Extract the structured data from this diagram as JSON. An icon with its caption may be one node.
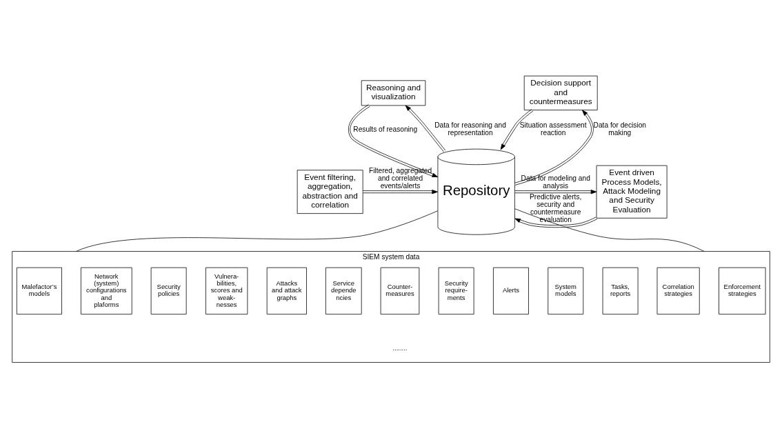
{
  "diagram": {
    "nodes": [
      {
        "text": [
          "Reasoning and visualization"
        ]
      },
      {
        "text": [
          "Decision support and countermeasures"
        ]
      },
      {
        "text": [
          "Event filtering, aggregation, abstraction and correlation"
        ]
      },
      {
        "text": [
          "Repository"
        ]
      },
      {
        "text": [
          "Event driven Process Models, Attack Modeling and Security Evaluation"
        ]
      },
      {
        "text": [
          "SIEM system data"
        ]
      },
      {
        "text": [
          "Malefactor’s models"
        ],
        "in": 5
      },
      {
        "text": [
          "Network (system) configurations and plaforms"
        ],
        "in": 5
      },
      {
        "text": [
          "Security policies"
        ],
        "in": 5
      },
      {
        "text": [
          "Vulnera- bilities, scores and weak- nesses"
        ],
        "in": 5
      },
      {
        "text": [
          "Attacks and attack graphs"
        ],
        "in": 5
      },
      {
        "text": [
          "Service depende ncies"
        ],
        "in": 5
      },
      {
        "text": [
          "Counter- measures"
        ],
        "in": 5
      },
      {
        "text": [
          "Security require- ments"
        ],
        "in": 5
      },
      {
        "text": [
          "Alerts"
        ],
        "in": 5
      },
      {
        "text": [
          "System models"
        ],
        "in": 5
      },
      {
        "text": [
          "Tasks, reports"
        ],
        "in": 5
      },
      {
        "text": [
          "Correlation strategies"
        ],
        "in": 5
      },
      {
        "text": [
          "Enforcement strategies"
        ],
        "in": 5
      }
    ],
    "edges": [
      {
        "from": 3,
        "to": 0,
        "arrow": "to",
        "label": "Data for reasoning and representation"
      },
      {
        "from": 0,
        "to": 3,
        "arrow": "to",
        "label": "Results of reasoning"
      },
      {
        "from": 3,
        "to": 1,
        "arrow": "to",
        "label": "Data for decision making"
      },
      {
        "from": 1,
        "to": 3,
        "arrow": "to",
        "label": "Situation assessment reaction"
      },
      {
        "from": 2,
        "to": 3,
        "arrow": "to",
        "label": "Filtered, aggregated and correlated events/alerts"
      },
      {
        "from": 4,
        "to": 3,
        "arrow": "to",
        "label": "Predictive alerts, security and countermeasure evaluation"
      },
      {
        "from": 3,
        "to": 4,
        "arrow": "to",
        "label": "Data for modeling and analysis"
      },
      {
        "from": 3,
        "to": 5,
        "arrow": "none"
      },
      {
        "from": 3,
        "to": 5,
        "arrow": "none"
      }
    ],
    "labels": [
      "........"
    ]
  }
}
